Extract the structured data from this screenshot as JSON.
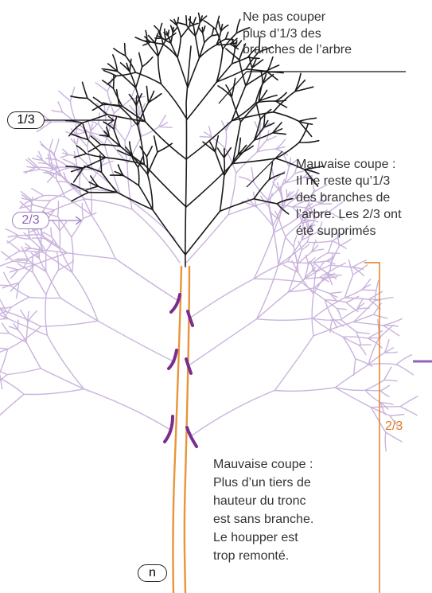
{
  "annotations": {
    "top_note": [
      "Ne pas couper",
      "plus d’1/3 des",
      "branches de l’arbre"
    ],
    "middle_note": [
      "Mauvaise coupe :",
      "Il ne reste qu’1/3",
      "des branches de",
      "l’arbre. Les 2/3 ont",
      "été supprimés"
    ],
    "bottom_note": [
      "Mauvaise coupe :",
      "Plus d’un tiers de",
      "hauteur du tronc",
      "est sans branche.",
      "Le houpper est",
      "trop remonté."
    ]
  },
  "labels": {
    "crown_third": "1/3",
    "crown_two_thirds": "2/3",
    "trunk_two_thirds": "2/3",
    "trunk_pill": "n"
  },
  "colors": {
    "crown_kept": "#1a1a1a",
    "crown_removed": "#c9b3dc",
    "trunk": "#e8943a",
    "cut_marks": "#7b2d8e",
    "accent_orange": "#e07b1a"
  }
}
